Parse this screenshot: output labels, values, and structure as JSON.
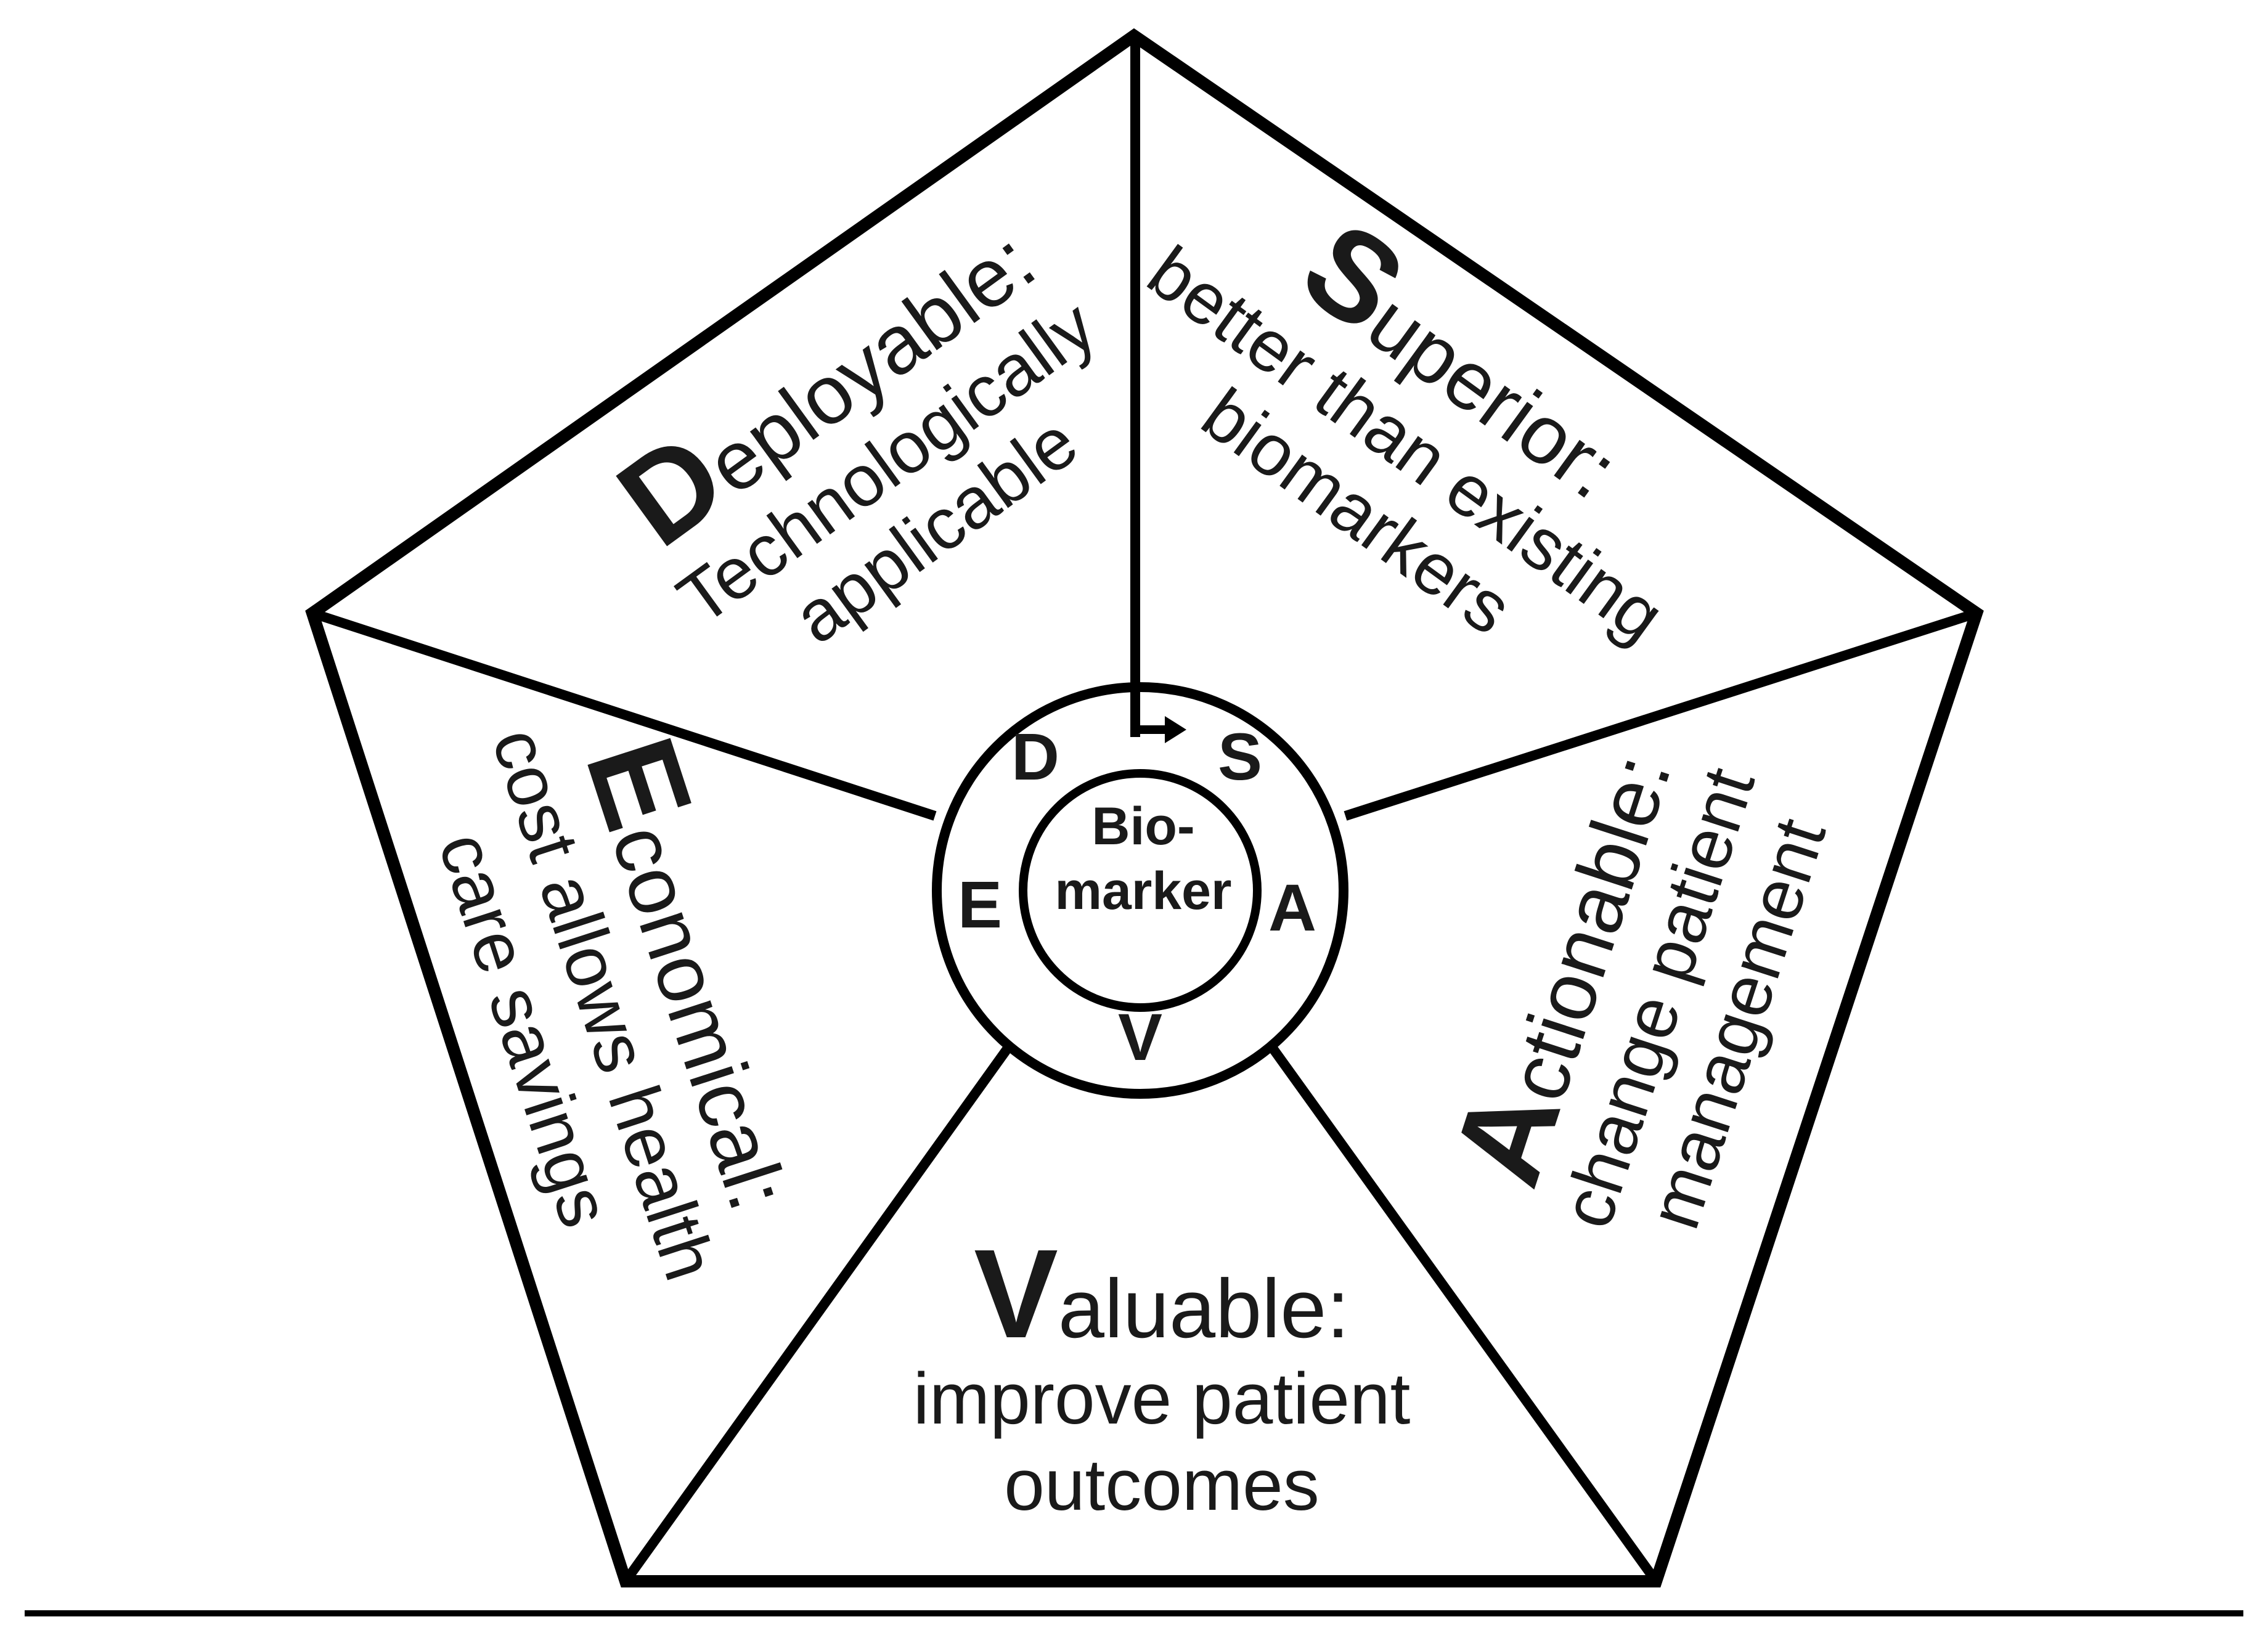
{
  "segments": {
    "deployable": {
      "initial": "D",
      "rest": "eployable:",
      "line1": "Technologically",
      "line2": "applicable"
    },
    "superior": {
      "initial": "S",
      "rest": "uperior:",
      "line1": "better than existing",
      "line2": "biomarkers"
    },
    "actionable": {
      "initial": "A",
      "rest": "ctionable:",
      "line1": "change patient",
      "line2": "management"
    },
    "valuable": {
      "initial": "V",
      "rest": "aluable:",
      "line1": "improve patient",
      "line2": "outcomes"
    },
    "economical": {
      "initial": "E",
      "rest": "conomical:",
      "line1": "cost allows health",
      "line2": "care savings"
    }
  },
  "ring_letters": {
    "d": "D",
    "s": "S",
    "a": "A",
    "v": "V",
    "e": "E"
  },
  "center": {
    "line1": "Bio-",
    "line2": "marker"
  },
  "colors": {
    "stroke": "#000000",
    "text": "#1a1a1a",
    "background": "#ffffff"
  }
}
